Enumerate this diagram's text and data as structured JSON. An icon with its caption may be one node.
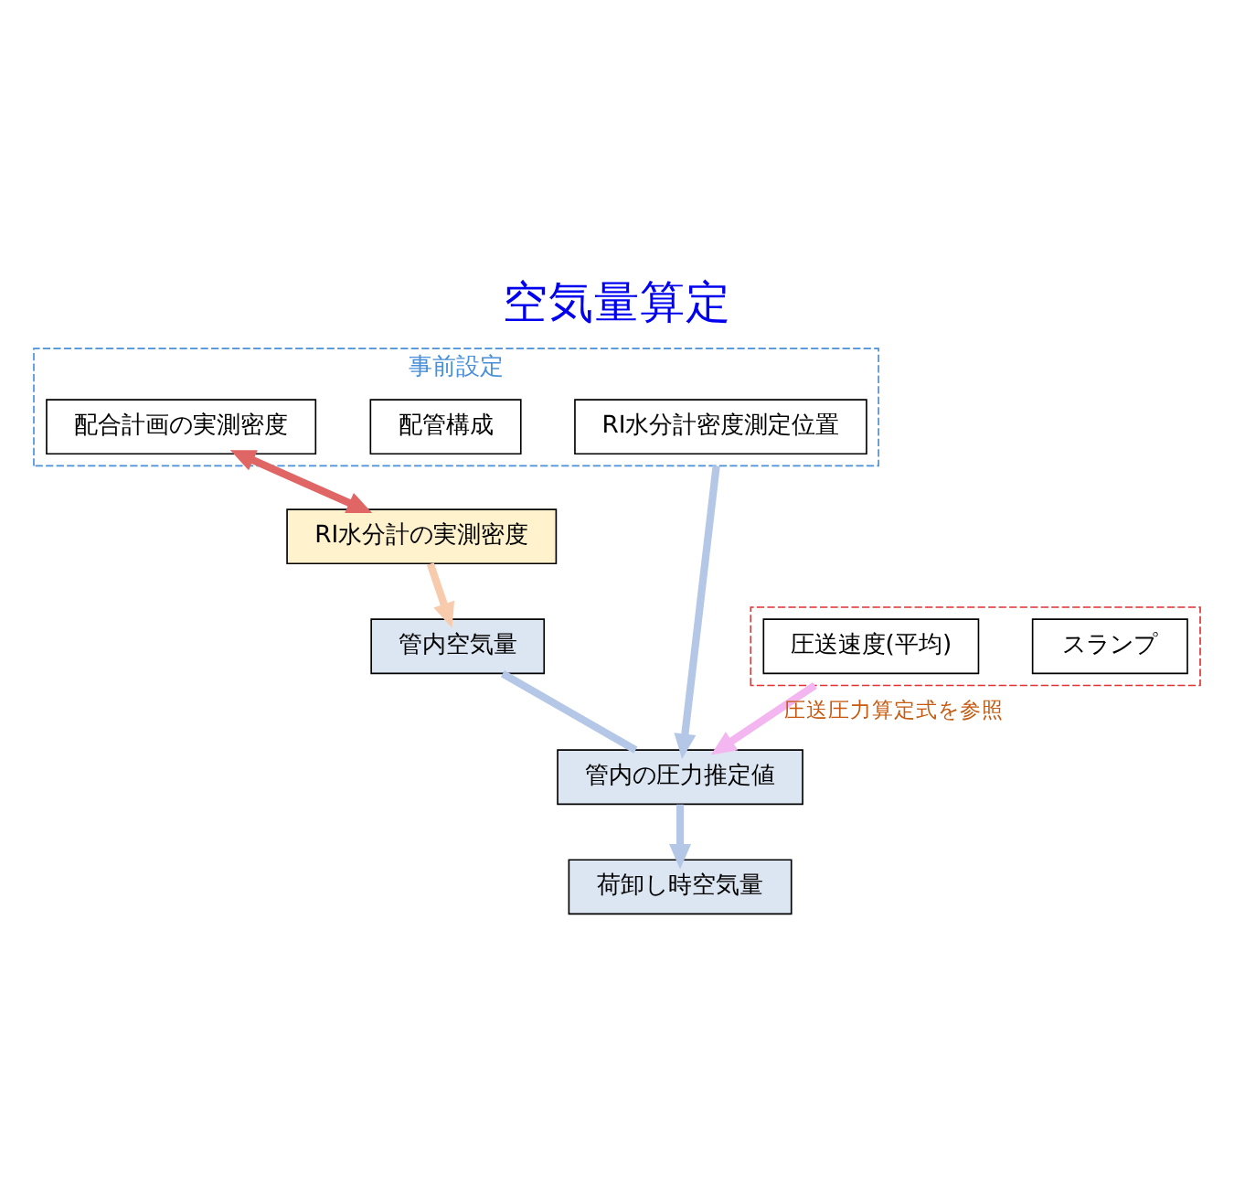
{
  "diagram": {
    "title": "空気量算定",
    "nodes": [
      {
        "text": [
          "事前設定"
        ]
      },
      {
        "text": [
          "配合計画の実測密度"
        ],
        "in": 0
      },
      {
        "text": [
          "配管構成"
        ],
        "in": 0
      },
      {
        "text": [
          "RI水分計密度測定位置"
        ],
        "in": 0
      },
      {
        "text": [],
        "shape": "box"
      },
      {
        "text": [
          "スランプ"
        ],
        "in": 4
      },
      {
        "text": [
          "圧送速度(平均)"
        ],
        "in": 4
      },
      {
        "text": [
          "RI水分計の実測密度"
        ]
      },
      {
        "text": [
          "管内空気量"
        ]
      },
      {
        "text": [
          "管内の圧力推定値"
        ]
      },
      {
        "text": [
          "荷卸し時空気量"
        ]
      }
    ],
    "edges": [
      {
        "from": 1,
        "to": 7,
        "arrow": "both",
        "color": "#e06666"
      },
      {
        "from": 7,
        "to": 8,
        "arrow": "to",
        "color": "#f8cbad"
      },
      {
        "from": 8,
        "to": 9,
        "arrow": "none"
      },
      {
        "from": 9,
        "to": 10,
        "arrow": "to"
      },
      {
        "from": 0,
        "to": 9,
        "arrow": "to"
      },
      {
        "from": 4,
        "to": 9,
        "arrow": "to",
        "color": "#f4b6f0",
        "label": "圧送圧力算定式を参照"
      }
    ]
  }
}
